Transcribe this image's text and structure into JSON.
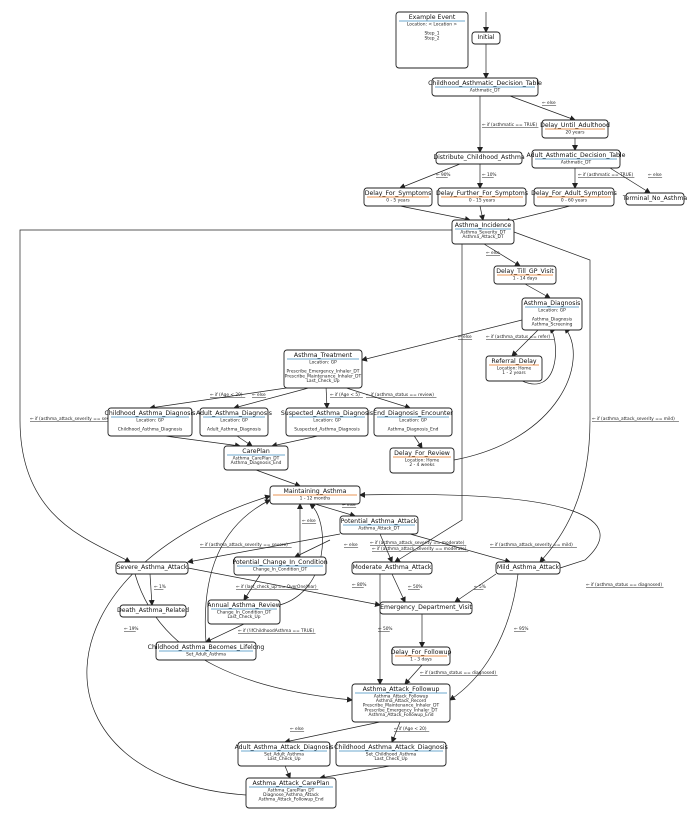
{
  "colors": {
    "orange": "#e0701b",
    "blue": "#3b8bbf",
    "line": "#222222"
  },
  "nodes": {
    "example": {
      "title": "Example Event",
      "lines": [
        "Location: < Location >",
        "",
        "Step_1",
        "Step_2"
      ]
    },
    "initial": {
      "title": "Initial",
      "lines": []
    },
    "cadt": {
      "title": "Childhood_Asthmatic_Decision_Table",
      "lines": [
        "Asthmatic_DT"
      ]
    },
    "duadult": {
      "title": "Delay_Until_Adulthood",
      "lines": [
        "20 years"
      ]
    },
    "distc": {
      "title": "Distribute_Childhood_Asthma",
      "lines": []
    },
    "aadt": {
      "title": "Adult_Asthmatic_Decision_Table",
      "lines": [
        "Asthmatic_DT"
      ]
    },
    "dfs": {
      "title": "Delay_For_Symptoms",
      "lines": [
        "0 - 5 years"
      ]
    },
    "dffs": {
      "title": "Delay_Further_For_Symptoms",
      "lines": [
        "0 - 15 years"
      ]
    },
    "dfas": {
      "title": "Delay_For_Adult_Symptoms",
      "lines": [
        "0 - 60 years"
      ]
    },
    "tna": {
      "title": "Terminal_No_Asthma",
      "lines": []
    },
    "inc": {
      "title": "Asthma_Incidence",
      "lines": [
        "Asthma_Severity_DT",
        "Asthma_Attack_DT"
      ]
    },
    "dtgp": {
      "title": "Delay_Till_GP_Visit",
      "lines": [
        "1 - 14 days"
      ]
    },
    "adiag": {
      "title": "Asthma_Diagnosis",
      "lines": [
        "Location: GP",
        "",
        "Asthma_Diagnosis",
        "Asthma_Screening"
      ]
    },
    "atreat": {
      "title": "Asthma_Treatment",
      "lines": [
        "Location: GP",
        "",
        "Prescribe_Emergency_Inhaler_DT",
        "Prescribe_Maintenance_Inhaler_DT",
        "Last_Check_Up"
      ]
    },
    "refd": {
      "title": "Referral_Delay",
      "lines": [
        "Location: Home",
        "1 - 2 years"
      ]
    },
    "cad": {
      "title": "Childhood_Asthma_Diagnosis",
      "lines": [
        "Location: GP",
        "",
        "Childhood_Asthma_Diagnosis"
      ]
    },
    "aad": {
      "title": "Adult_Asthma_Diagnosis",
      "lines": [
        "Location: GP",
        "",
        "Adult_Asthma_Diagnosis"
      ]
    },
    "sad": {
      "title": "Suspected_Asthma_Diagnosis",
      "lines": [
        "Location: GP",
        "",
        "Suspected_Asthma_Diagnosis"
      ]
    },
    "ede": {
      "title": "End_Diagnosis_Encounter",
      "lines": [
        "Location: GP",
        "",
        "Asthma_Diagnosis_End"
      ]
    },
    "dfr": {
      "title": "Delay_For_Review",
      "lines": [
        "Location: Home",
        "2 - 4 weeks"
      ]
    },
    "careplan": {
      "title": "CarePlan",
      "lines": [
        "Asthma_CarePlan_DT",
        "Asthma_Diagnosis_End"
      ]
    },
    "maint": {
      "title": "Maintaining_Asthma",
      "lines": [
        "1 - 12 months"
      ]
    },
    "paa": {
      "title": "Potential_Asthma_Attack",
      "lines": [
        "Asthma_Attack_DT"
      ]
    },
    "pcic": {
      "title": "Potential_Change_In_Condition",
      "lines": [
        "Change_In_Condition_DT"
      ]
    },
    "saa": {
      "title": "Severe_Asthma_Attack",
      "lines": []
    },
    "maa": {
      "title": "Moderate_Asthma_Attack",
      "lines": []
    },
    "miaa": {
      "title": "Mild_Asthma_Attack",
      "lines": []
    },
    "dar": {
      "title": "Death_Asthma_Related",
      "lines": []
    },
    "aar": {
      "title": "Annual_Asthma_Review",
      "lines": [
        "Change_In_Condition_DT",
        "Last_Check_Up"
      ]
    },
    "edv": {
      "title": "Emergency_Department_Visit",
      "lines": []
    },
    "cabl": {
      "title": "Childhood_Asthma_Becomes_Lifelong",
      "lines": [
        "Set_Adult_Asthma"
      ]
    },
    "dff": {
      "title": "Delay_For_Followup",
      "lines": [
        "1 - 3 days"
      ]
    },
    "aaf": {
      "title": "Asthma_Attack_Followup",
      "lines": [
        "Asthma_Attack_Followup",
        "Asthma_Attack_Record",
        "Prescribe_Maintenance_Inhaler_DT",
        "Prescribe_Emergency_Inhaler_DT",
        "Asthma_Attack_Followup_End"
      ]
    },
    "aaad": {
      "title": "Adult_Asthma_Attack_Diagnosis",
      "lines": [
        "Set_Adult_Asthma",
        "Last_Check_Up"
      ]
    },
    "caad": {
      "title": "Childhood_Asthma_Attack_Diagnosis",
      "lines": [
        "Set_Childhood_Asthma",
        "Last_Check_Up"
      ]
    },
    "aacp": {
      "title": "Asthma_Attack_CarePlan",
      "lines": [
        "Asthma_CarePlan_DT",
        "Diagnose_Asthma_Attack",
        "Asthma_Attack_Followup_End"
      ]
    }
  },
  "edges": [
    {
      "id": "e1",
      "label": ""
    },
    {
      "id": "e2",
      "label": ""
    },
    {
      "id": "e3",
      "label": "← if (asthmatic == TRUE)"
    },
    {
      "id": "e4",
      "label": "← else"
    },
    {
      "id": "e5",
      "label": ""
    },
    {
      "id": "e6",
      "label": "← 90%"
    },
    {
      "id": "e7",
      "label": "← 10%"
    },
    {
      "id": "e8",
      "label": "← if (asthmatic == TRUE)"
    },
    {
      "id": "e9",
      "label": "← else"
    },
    {
      "id": "e10",
      "label": ""
    },
    {
      "id": "e11",
      "label": ""
    },
    {
      "id": "e12",
      "label": ""
    },
    {
      "id": "e13",
      "label": "← else"
    },
    {
      "id": "e14",
      "label": ""
    },
    {
      "id": "e15",
      "label": "← else"
    },
    {
      "id": "e16",
      "label": "← if (asthma_status == refer)"
    },
    {
      "id": "e17",
      "label": ""
    },
    {
      "id": "e18",
      "label": "← if (Age < 20)"
    },
    {
      "id": "e19",
      "label": "← else"
    },
    {
      "id": "e20",
      "label": "← if (Age < 5)"
    },
    {
      "id": "e21",
      "label": "← if (asthma_status == review)"
    },
    {
      "id": "e22",
      "label": ""
    },
    {
      "id": "e23",
      "label": ""
    },
    {
      "id": "e24",
      "label": ""
    },
    {
      "id": "e25",
      "label": ""
    },
    {
      "id": "e26",
      "label": ""
    },
    {
      "id": "e27",
      "label": ""
    },
    {
      "id": "e28",
      "label": "← else"
    },
    {
      "id": "e29",
      "label": "← if (asthma_attack_severity == moderate)"
    },
    {
      "id": "e30",
      "label": "← if (asthma_attack_severity == severe)"
    },
    {
      "id": "e31",
      "label": "← if (asthma_attack_severity == mild)"
    },
    {
      "id": "e32",
      "label": "← if (asthma_attack_severity == severe)"
    },
    {
      "id": "e33",
      "label": "← if (asthma_attack_severity == moderate)"
    },
    {
      "id": "e34",
      "label": "← if (asthma_attack_severity == mild)"
    },
    {
      "id": "e35",
      "label": "← else"
    },
    {
      "id": "e36",
      "label": "← else"
    },
    {
      "id": "e37",
      "label": "← if (last_check_up == OverOneYear)"
    },
    {
      "id": "e38",
      "label": ""
    },
    {
      "id": "e39",
      "label": "← if (!ifChildhoodAsthma == TRUE)"
    },
    {
      "id": "e40",
      "label": ""
    },
    {
      "id": "e41",
      "label": "← 1%"
    },
    {
      "id": "e42",
      "label": "← 19%"
    },
    {
      "id": "e43",
      "label": "← 80%"
    },
    {
      "id": "e44",
      "label": "← 50%"
    },
    {
      "id": "e45",
      "label": "← 50%"
    },
    {
      "id": "e46",
      "label": "← 5%"
    },
    {
      "id": "e47",
      "label": "← 95%"
    },
    {
      "id": "e48",
      "label": ""
    },
    {
      "id": "e49",
      "label": "← if (asthma_status == diagnosed)"
    },
    {
      "id": "e50",
      "label": "← if (asthma_status == diagnosed)"
    },
    {
      "id": "e51",
      "label": "← else"
    },
    {
      "id": "e52",
      "label": "← if (Age < 20)"
    },
    {
      "id": "e53",
      "label": ""
    },
    {
      "id": "e54",
      "label": ""
    },
    {
      "id": "e55",
      "label": ""
    }
  ]
}
